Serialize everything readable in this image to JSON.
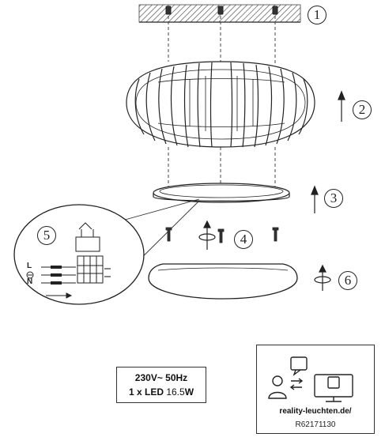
{
  "steps": [
    {
      "number": "1"
    },
    {
      "number": "2"
    },
    {
      "number": "3"
    },
    {
      "number": "4"
    },
    {
      "number": "5"
    },
    {
      "number": "6"
    }
  ],
  "wiring": {
    "live": "L",
    "neutral": "N"
  },
  "specs": {
    "voltage": "230V~ 50Hz",
    "led_prefix": "1 x LED ",
    "led_power": "16.5",
    "led_unit": "W"
  },
  "info": {
    "url": "reality-leuchten.de/",
    "code": "R62171130"
  }
}
